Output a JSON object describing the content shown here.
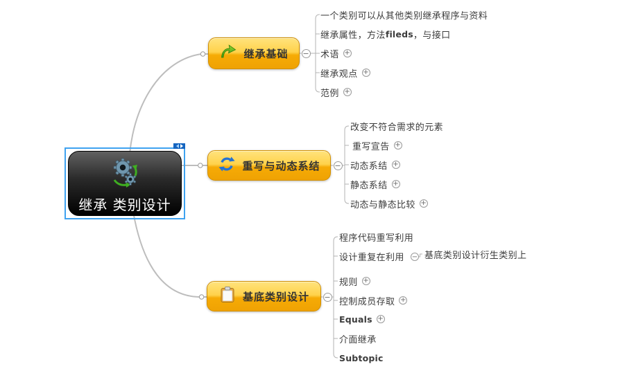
{
  "app": {
    "type": "mind-map"
  },
  "appearance": {
    "background": "#ffffff",
    "branch_fill_top": "#ffe37d",
    "branch_fill_bottom": "#efa203",
    "branch_border": "#d18f00",
    "branch_text_color": "#333333",
    "central_fill_top": "#616161",
    "central_fill_bottom": "#000000",
    "central_text_color": "#ffffff",
    "selection_color": "#3ea2f0",
    "connector_color": "#bdbdbd",
    "bracket_line_color": "#b3b3b3",
    "subtopic_text_color": "#3c3c3c"
  },
  "central_topic": {
    "label": "继承 类别设计",
    "icon": "gears-refresh-icon",
    "selected": true
  },
  "branches": [
    {
      "label": "继承基础",
      "icon": "green-arrow-icon",
      "collapse_glyph": "−",
      "subtopics": [
        {
          "label": "一个类别可以从其他类别继承程序与资料"
        },
        {
          "label_prefix": "继承属性，方法",
          "label_bold": "fileds",
          "label_suffix": "，与接口"
        },
        {
          "label": "术语",
          "expander_glyph": "+"
        },
        {
          "label": "继承观点",
          "expander_glyph": "+"
        },
        {
          "label": "范例",
          "expander_glyph": "+"
        }
      ]
    },
    {
      "label": "重写与动态系结",
      "icon": "sync-arrows-icon",
      "collapse_glyph": "−",
      "subtopics": [
        {
          "label": "改变不符合需求的元素"
        },
        {
          "label": "重写宣告",
          "expander_glyph": "+"
        },
        {
          "label": "动态系结",
          "expander_glyph": "+"
        },
        {
          "label": "静态系结",
          "expander_glyph": "+"
        },
        {
          "label": "动态与静态比较",
          "expander_glyph": "+"
        }
      ]
    },
    {
      "label": "基底类别设计",
      "icon": "clipboard-icon",
      "collapse_glyph": "−",
      "subtopics": [
        {
          "label": "程序代码重写利用"
        },
        {
          "label": "设计重复在利用",
          "expander_glyph": "−",
          "child_label": "基底类别设计衍生类别上"
        },
        {
          "label": "规则",
          "expander_glyph": "+"
        },
        {
          "label": "控制成员存取",
          "expander_glyph": "+"
        },
        {
          "label": "Equals",
          "expander_glyph": "+",
          "bold": true
        },
        {
          "label": "介面继承"
        },
        {
          "label": "Subtopic",
          "bold": true
        }
      ]
    }
  ]
}
